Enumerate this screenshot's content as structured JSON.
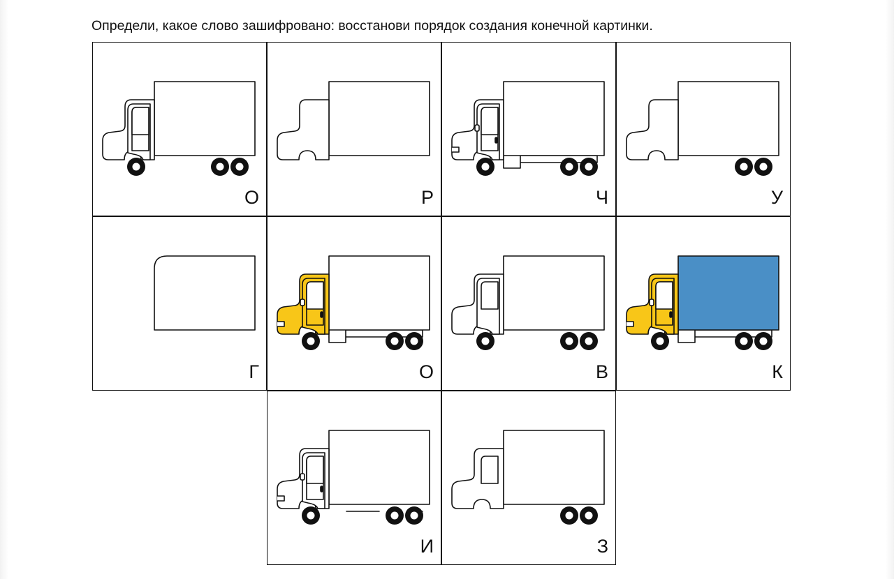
{
  "task": {
    "instruction": "Определи, какое слово зашифровано: восстанови порядок создания конечной картинки."
  },
  "cells": [
    {
      "letter": "О",
      "stage": "cab-frame",
      "row": 1,
      "col": 1
    },
    {
      "letter": "Р",
      "stage": "cab-outline",
      "row": 1,
      "col": 2
    },
    {
      "letter": "Ч",
      "stage": "all-details",
      "row": 1,
      "col": 3
    },
    {
      "letter": "У",
      "stage": "rear-wheels",
      "row": 1,
      "col": 4
    },
    {
      "letter": "Г",
      "stage": "body-only",
      "row": 2,
      "col": 1
    },
    {
      "letter": "О",
      "stage": "yellow-cab",
      "row": 2,
      "col": 2
    },
    {
      "letter": "В",
      "stage": "front-wheel",
      "row": 2,
      "col": 3
    },
    {
      "letter": "К",
      "stage": "final-colored",
      "row": 2,
      "col": 4
    },
    {
      "letter": "И",
      "stage": "partial-chassis",
      "row": 3,
      "col": 2
    },
    {
      "letter": "З",
      "stage": "window",
      "row": 3,
      "col": 3
    }
  ],
  "colors": {
    "cab_yellow": "#f8c618",
    "body_blue": "#4a8fc6",
    "line": "#111111",
    "background": "#ffffff"
  }
}
